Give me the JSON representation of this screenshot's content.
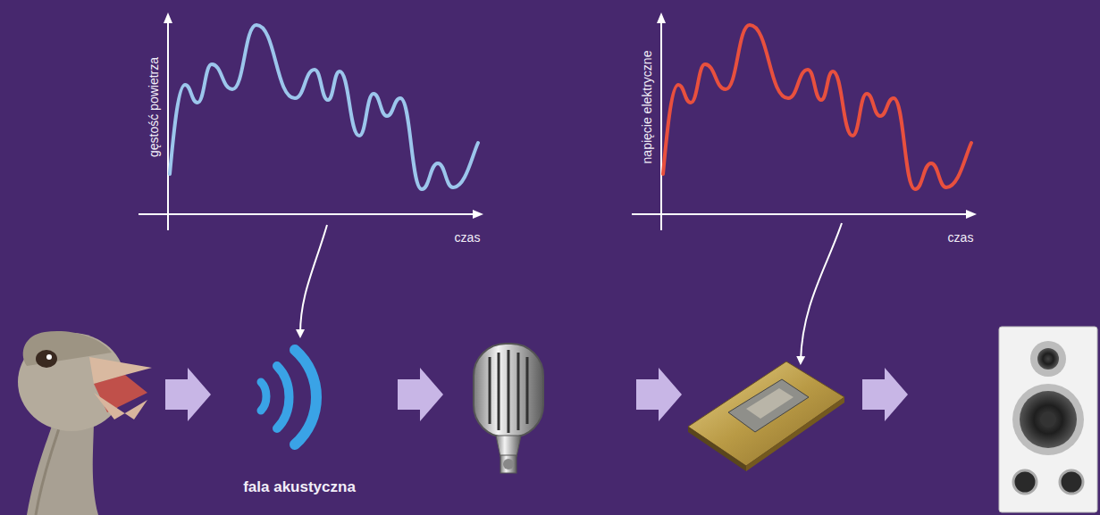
{
  "diagram": {
    "labels": [
      "gęstość powietrza",
      "czas",
      "napięcie elektryczne",
      "czas",
      "fala akustyczna"
    ]
  }
}
